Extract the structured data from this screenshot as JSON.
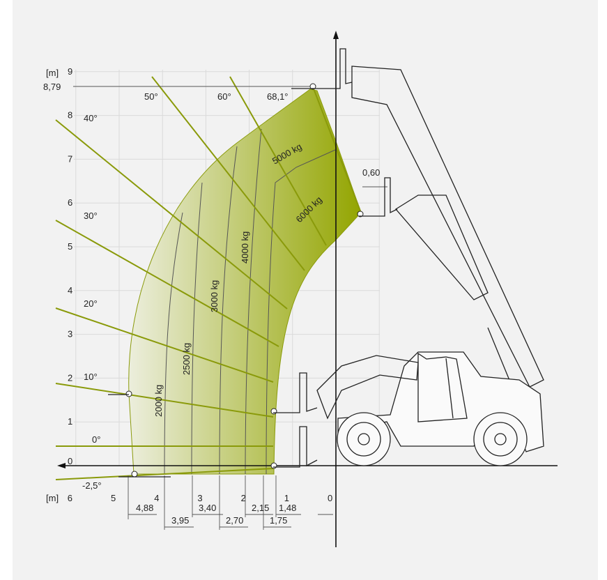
{
  "axis_unit": "[m]",
  "y_ticks": [
    "0",
    "1",
    "2",
    "3",
    "4",
    "5",
    "6",
    "7",
    "8",
    "9"
  ],
  "x_ticks": [
    "6",
    "5",
    "4",
    "3",
    "2",
    "1",
    "0"
  ],
  "max_height_label": "8,79",
  "angles": [
    "-2,5°",
    "0°",
    "10°",
    "20°",
    "30°",
    "40°",
    "50°",
    "60°",
    "68,1°"
  ],
  "load_curves": [
    "2000 kg",
    "2500 kg",
    "3000 kg",
    "4000 kg",
    "5000 kg",
    "6000 kg"
  ],
  "outreach_dimensions": [
    "4,88",
    "3,95",
    "3,40",
    "2,70",
    "2,15",
    "1,75",
    "1,48"
  ],
  "fork_offset": "0,60",
  "colors": {
    "envelope_light": "#e4e8c6",
    "envelope_dark": "#8ca000",
    "rays": "#8a9a0a"
  }
}
